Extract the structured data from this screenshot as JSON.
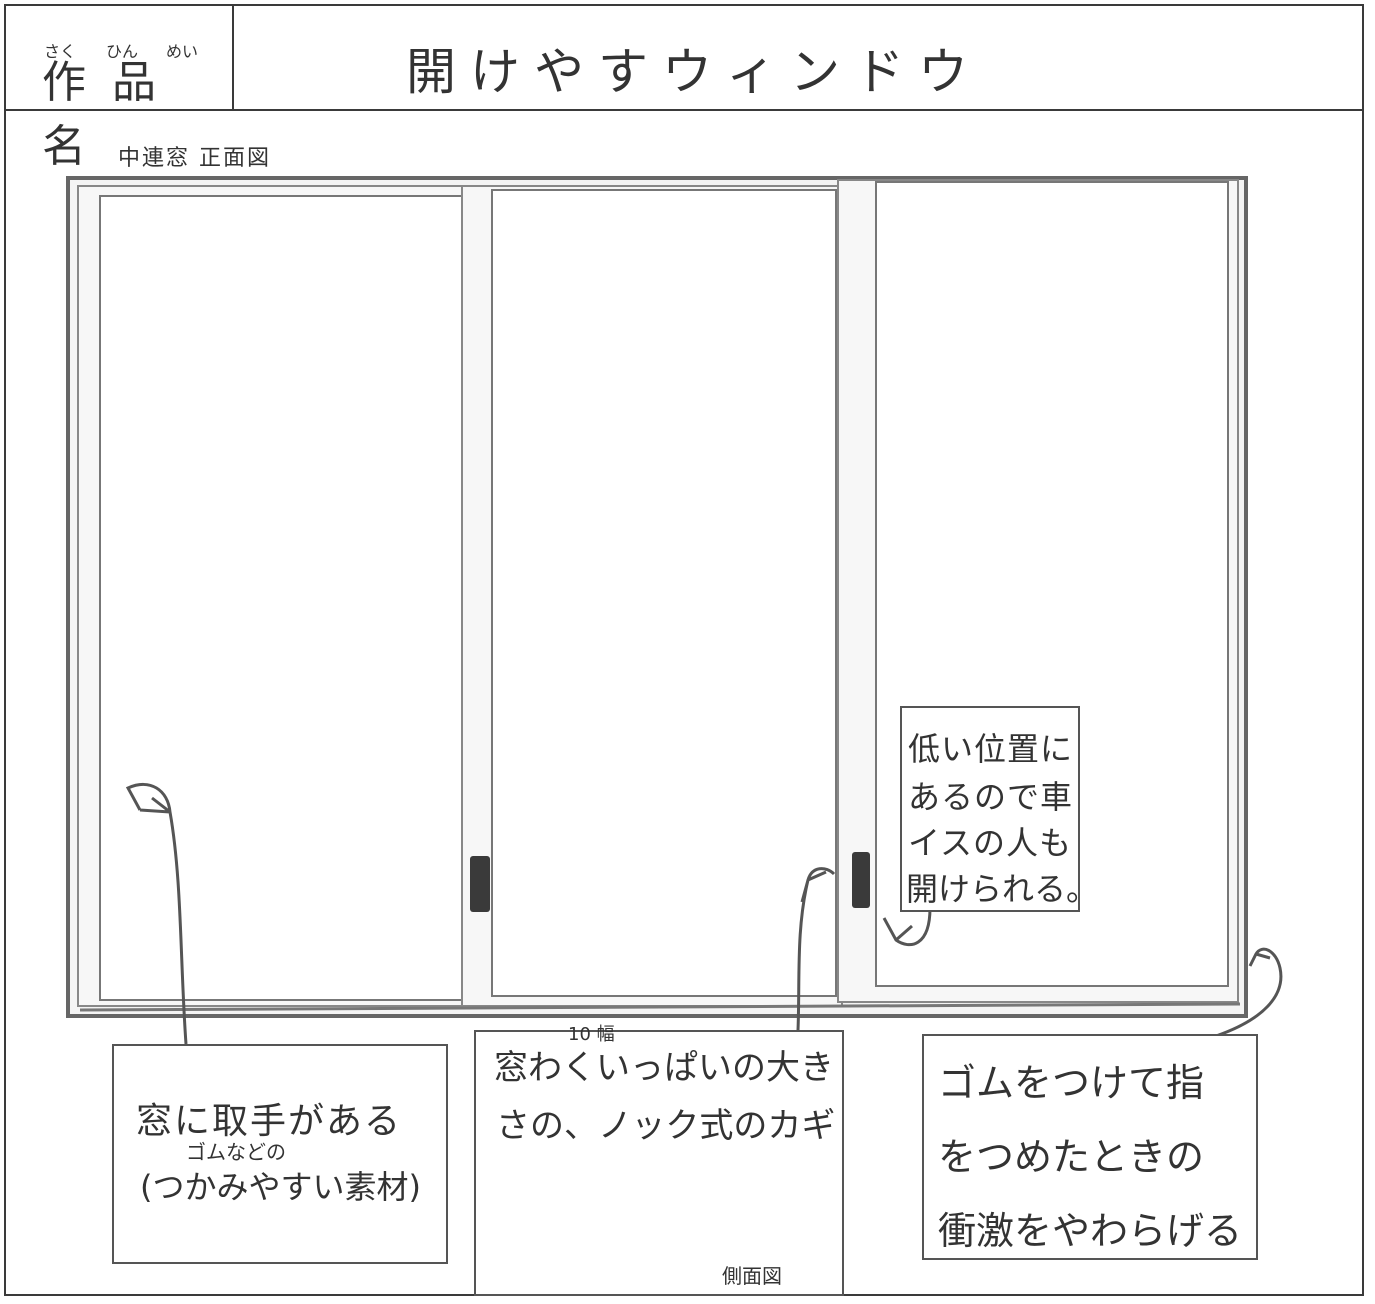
{
  "header": {
    "label_kanji": "作品名",
    "label_ruby": [
      "さく",
      "ひん",
      "めい"
    ],
    "title": "開けやすウィンドウ"
  },
  "drawing": {
    "caption": "中連窓 正面図"
  },
  "notes": {
    "handle": {
      "line1": "窓に取手がある",
      "small": "ゴムなどの",
      "line2": "(つかみやすい素材)"
    },
    "lock": {
      "width_mark": "10 幅",
      "line1": "窓わくいっぱいの大き",
      "line2": "さの、ノック式のカギ",
      "side_view": "側面図"
    },
    "low_position": {
      "lines": [
        "低い位置に",
        "あるので車",
        "イスの人も",
        "開けられる。"
      ]
    },
    "rubber": {
      "lines": [
        "ゴムをつけて指",
        "をつめたときの",
        "衝激をやわらげる"
      ]
    }
  }
}
